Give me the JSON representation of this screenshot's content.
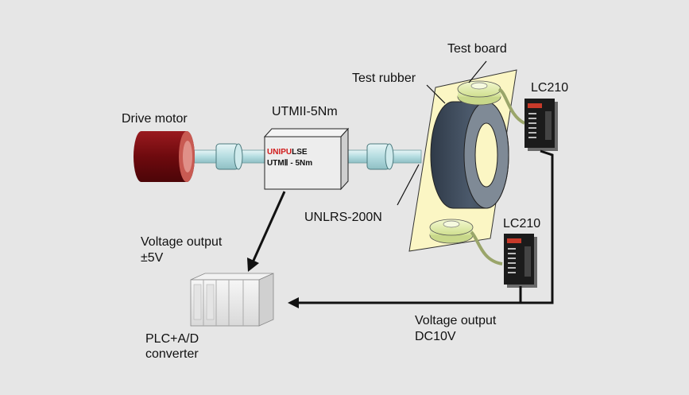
{
  "labels": {
    "drive_motor": "Drive motor",
    "torque_meter": "UTMII-5Nm",
    "test_rubber": "Test rubber",
    "test_board": "Test board",
    "lc210_top": "LC210",
    "lc210_bottom": "LC210",
    "load_cell": "UNLRS-200N",
    "voltage_output_left_line1": "Voltage output",
    "voltage_output_left_line2": "±5V",
    "plc_line1": "PLC+A/D",
    "plc_line2": "converter",
    "voltage_output_right_line1": "Voltage output",
    "voltage_output_right_line2": "DC10V"
  },
  "device_marking": {
    "brand_red": "UNIPU",
    "brand_black": "LSE",
    "model": "UTMⅡ - 5Nm"
  },
  "colors": {
    "background": "#e6e6e6",
    "motor": "#7a0e12",
    "motor_end": "#d36a60",
    "shaft": "#bfe0e4",
    "rubber": "#3f4d5e",
    "board": "#fbf6c4",
    "brand_red": "#d11a1a",
    "wire": "#111111"
  },
  "icons": [
    "drive-motor",
    "coupling",
    "torque-meter",
    "test-rubber-wheel",
    "test-board",
    "load-cell",
    "lc210-amplifier",
    "plc-unit"
  ]
}
